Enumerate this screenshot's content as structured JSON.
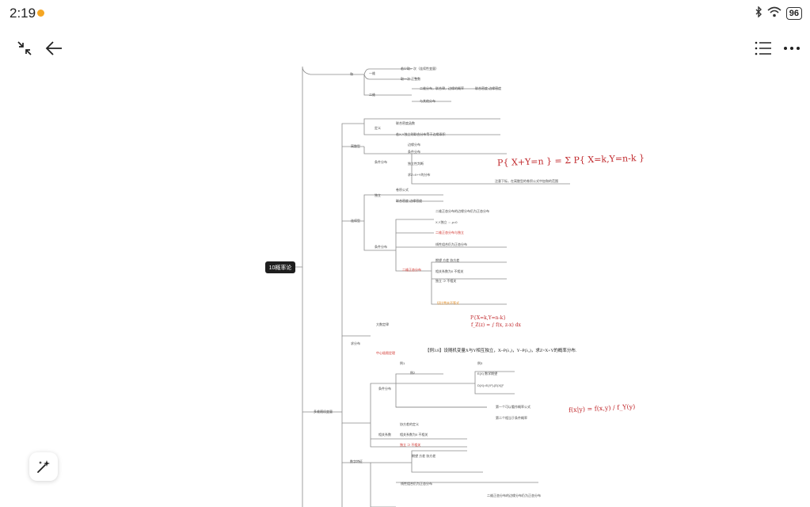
{
  "status_bar": {
    "time": "2:19",
    "battery": "96"
  },
  "toolbar": {
    "icons": [
      "collapse-icon",
      "back-arrow-icon",
      "outline-list-icon",
      "more-icon"
    ]
  },
  "mindmap": {
    "root": "10概率论",
    "branches": {
      "b1": "和",
      "b1a": "离散型",
      "b1b": "连续型",
      "b1c": "求分布",
      "b1d": "多维随机变量",
      "b2": "二维",
      "b3": "一维",
      "b4": "条件分布",
      "b5": "二维正态分布",
      "b6": "独立",
      "b7": "定义",
      "b8": "相关系数",
      "b9": "数字特征"
    },
    "notes": {
      "n1": "若少取一次（连续性变量）",
      "n2": "取一次 正整数",
      "n3": "二维分布，联合律，边缘的概率",
      "n4": "与其他分布",
      "n5": "联合密度 边缘密度",
      "n6": "若X,Y独立则联合分布等于边缘乘积",
      "n7": "联合密度函数",
      "n8": "边缘分布",
      "n9": "条件分布",
      "n10": "独立性判断",
      "n11": "求Z=X+Y的分布",
      "n12": "卷积公式",
      "n13": "二维正态分布的边缘分布仍为正态分布",
      "n14": "X,Y独立 ⇔ ρ=0",
      "n15": "二维正态分布与独立",
      "n16": "线性组合仍为正态分布",
      "n17": "期望 方差 协方差",
      "n18": "相关系数为0 不相关",
      "n19": "独立 ⇒ 不相关",
      "n20": "切比雪夫不等式",
      "n21": "大数定律",
      "n22": "中心极限定理",
      "n23": "注意下标，在离散型的卷积公式中加和的范围",
      "n24": "第一个可以看作概率公式",
      "n25": "第二个相当于条件概率",
      "n26": "例1",
      "n27": "例2",
      "n28": "例3",
      "n29": "E(X) 数学期望",
      "n30": "D(X)=E(X²)-[E(X)]²",
      "n31": "协方差的定义",
      "n32": "【例3.8】设随机变量X与Y相互独立，X~P(λ₁)，Y~P(λ₂)，求Z=X+Y的概率分布."
    },
    "handwriting": {
      "h1": "P{ X+Y=n } = Σ P{ X=k,Y=n-k }",
      "h2": "f_Z(z) = ∫ f(x, z-x) dx",
      "h3": "P{X=k,Y=n-k}",
      "h4": "f(x|y) = f(x,y) / f_Y(y)"
    }
  }
}
